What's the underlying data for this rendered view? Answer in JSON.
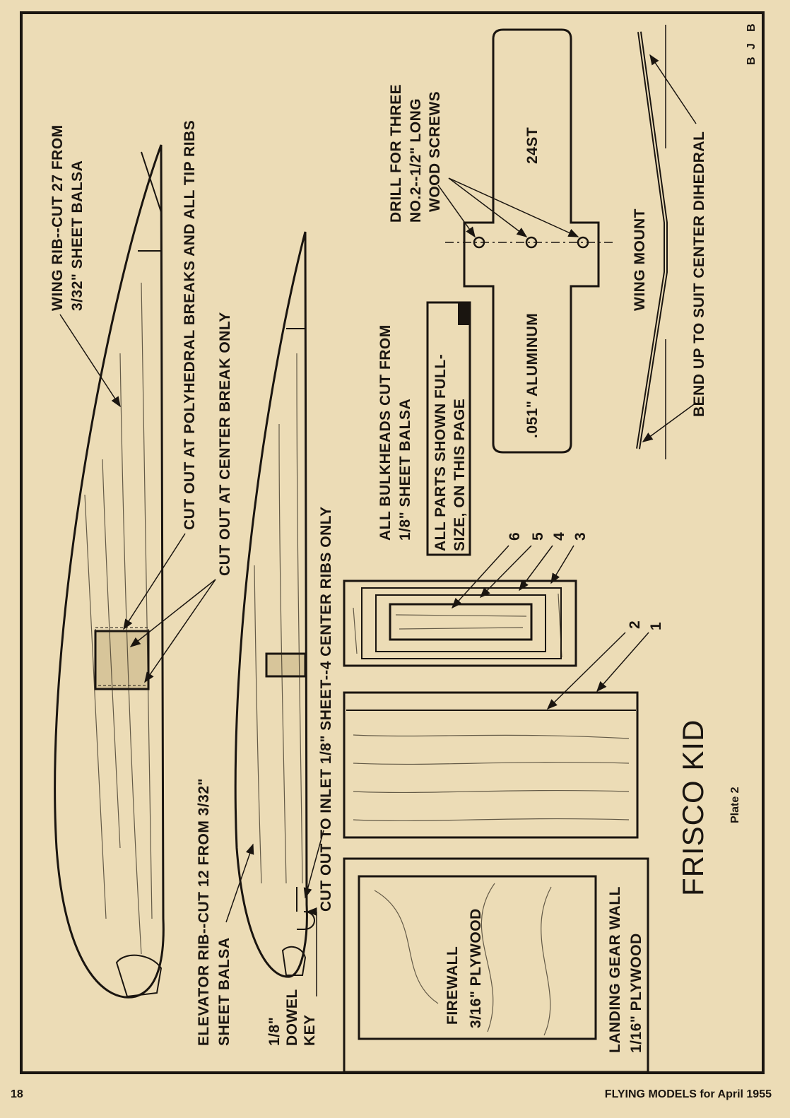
{
  "page": {
    "page_number": "18",
    "footer": "FLYING MODELS for April 1955",
    "initials": [
      "B",
      "J",
      "B"
    ],
    "title": "FRISCO KID",
    "subtitle": "Plate 2"
  },
  "wing_rib": {
    "label_line1": "WING RIB--CUT 27 FROM",
    "label_line2": "3/32\" SHEET BALSA",
    "cutout_polyhedral": "CUT OUT AT POLYHEDRAL BREAKS AND ALL TIP RIBS",
    "cutout_center": "CUT OUT AT CENTER BREAK ONLY"
  },
  "elevator_rib": {
    "label_line1": "ELEVATOR RIB--CUT 12 FROM 3/32\"",
    "label_line2": "SHEET BALSA",
    "inlet": "CUT OUT TO INLET 1/8\" SHEET--4 CENTER RIBS ONLY",
    "dowel_line1": "1/8\"",
    "dowel_line2": "DOWEL",
    "dowel_line3": "KEY"
  },
  "bulkheads": {
    "label_line1": "ALL BULKHEADS CUT FROM",
    "label_line2": "1/8\" SHEET BALSA",
    "note_line1": "ALL PARTS SHOWN FULL-",
    "note_line2": "SIZE, ON THIS PAGE",
    "numbers": [
      "6",
      "5",
      "4",
      "3",
      "2",
      "1"
    ]
  },
  "wing_mount": {
    "drill_line1": "DRILL FOR THREE",
    "drill_line2": "NO.2--1/2\" LONG",
    "drill_line3": "WOOD SCREWS",
    "material": ".051\" ALUMINUM",
    "alloy": "24ST",
    "label": "WING MOUNT",
    "bend_note": "BEND UP TO SUIT CENTER DIHEDRAL"
  },
  "firewall": {
    "line1": "FIREWALL",
    "line2": "3/16\" PLYWOOD",
    "landing_line1": "LANDING GEAR WALL",
    "landing_line2": "1/16\" PLYWOOD"
  }
}
